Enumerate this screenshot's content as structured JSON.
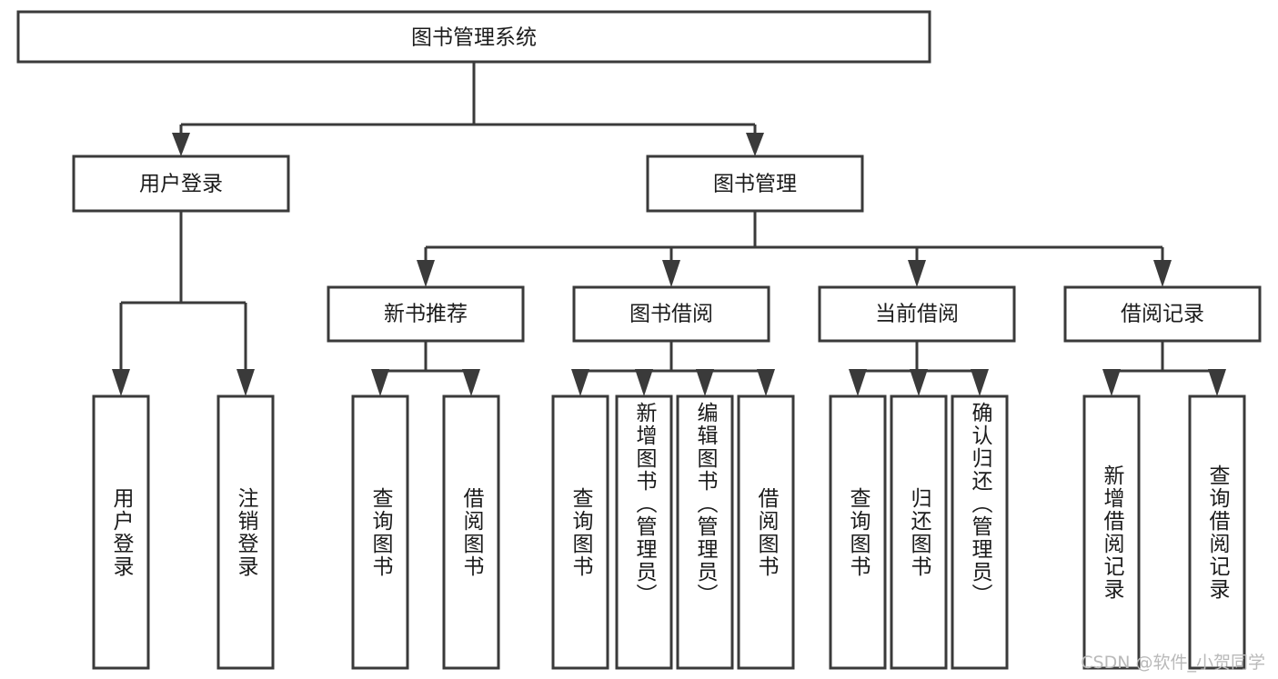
{
  "diagram": {
    "title": "图书管理系统",
    "type": "tree-hierarchy-diagram",
    "root": {
      "label": "图书管理系统"
    },
    "level2": [
      {
        "label": "用户登录"
      },
      {
        "label": "图书管理"
      }
    ],
    "level3": [
      {
        "label": "新书推荐"
      },
      {
        "label": "图书借阅"
      },
      {
        "label": "当前借阅"
      },
      {
        "label": "借阅记录"
      }
    ],
    "leaves": {
      "user_login": [
        {
          "label": "用户登录"
        },
        {
          "label": "注销登录"
        }
      ],
      "new_book_recommend": [
        {
          "label": "查询图书"
        },
        {
          "label": "借阅图书"
        }
      ],
      "book_borrow": [
        {
          "label": "查询图书"
        },
        {
          "label": "新增图书（管理员）"
        },
        {
          "label": "编辑图书（管理员）"
        },
        {
          "label": "借阅图书"
        }
      ],
      "current_borrow": [
        {
          "label": "查询图书"
        },
        {
          "label": "归还图书"
        },
        {
          "label": "确认归还（管理员）"
        }
      ],
      "borrow_record": [
        {
          "label": "新增借阅记录"
        },
        {
          "label": "查询借阅记录"
        }
      ]
    }
  },
  "watermark": {
    "text": "CSDN @软件_小贺同学"
  },
  "colors": {
    "box_stroke": "#3a3a3a",
    "box_fill": "#ffffff",
    "text": "#1b1b1b",
    "watermark": "#b9b9b9",
    "background": "#ffffff"
  }
}
